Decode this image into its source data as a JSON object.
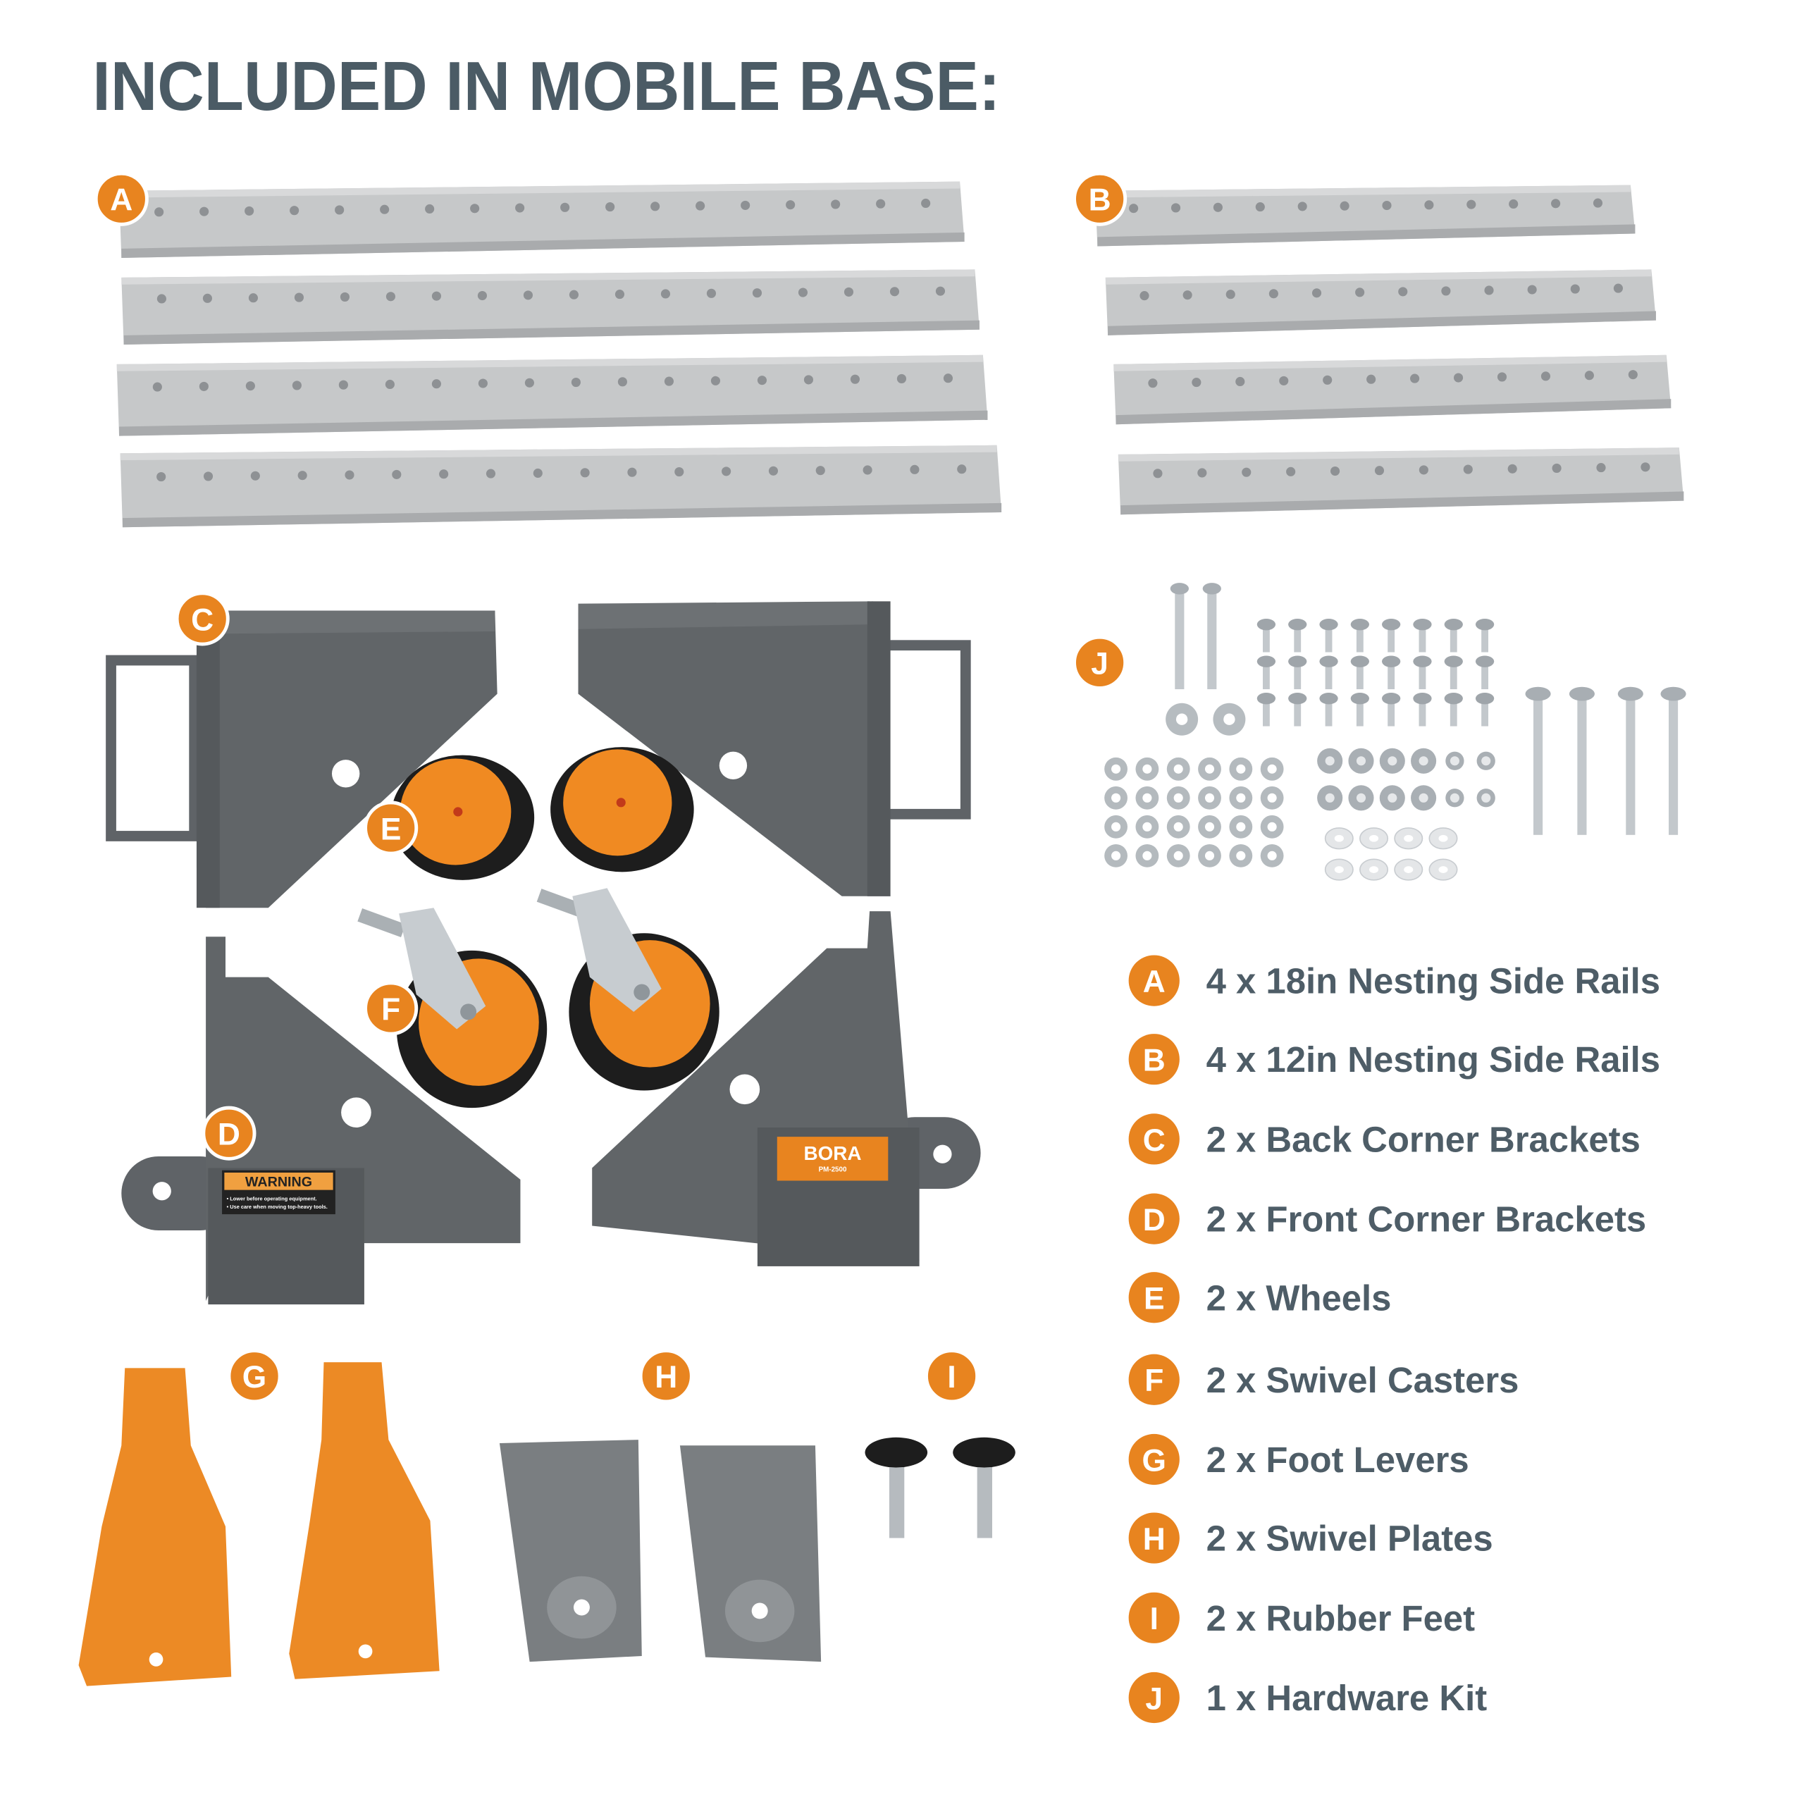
{
  "title": "INCLUDED IN MOBILE BASE:",
  "colors": {
    "accent": "#e8841f",
    "text": "#4e5d67",
    "bracket": "#5f6367",
    "rail": "#c8cacb"
  },
  "part_labels": [
    "A",
    "B",
    "C",
    "D",
    "E",
    "F",
    "G",
    "H",
    "I",
    "J"
  ],
  "legend": [
    {
      "letter": "A",
      "text": "4 x 18in Nesting Side Rails"
    },
    {
      "letter": "B",
      "text": "4 x 12in Nesting Side Rails"
    },
    {
      "letter": "C",
      "text": "2 x Back Corner Brackets"
    },
    {
      "letter": "D",
      "text": "2 x Front Corner Brackets"
    },
    {
      "letter": "E",
      "text": "2 x Wheels"
    },
    {
      "letter": "F",
      "text": "2 x Swivel Casters"
    },
    {
      "letter": "G",
      "text": "2 x Foot Levers"
    },
    {
      "letter": "H",
      "text": "2 x Swivel Plates"
    },
    {
      "letter": "I",
      "text": "2 x Rubber Feet"
    },
    {
      "letter": "J",
      "text": "1 x Hardware Kit"
    }
  ],
  "warning_label": {
    "heading": "WARNING",
    "lines": [
      "• Lower before operating equipment.",
      "• Use care when moving top-heavy tools."
    ]
  },
  "brand_label": {
    "brand": "BORA",
    "model": "PM-2500"
  }
}
